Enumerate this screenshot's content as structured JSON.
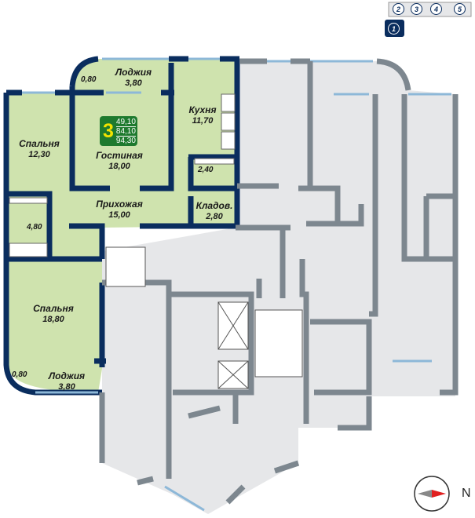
{
  "apartment": {
    "rooms": "3",
    "areas": [
      "49,10",
      "84,10",
      "94,30"
    ]
  },
  "rooms": [
    {
      "name": "Лоджия",
      "area": "3,80"
    },
    {
      "name": "Кухня",
      "area": "11,70"
    },
    {
      "name": "Спальня",
      "area": "12,30"
    },
    {
      "name": "Гостиная",
      "area": "18,00"
    },
    {
      "name": "Прихожая",
      "area": "15,00"
    },
    {
      "name": "Кладов.",
      "area": "2,80"
    },
    {
      "name": "Спальня",
      "area": "18,80"
    },
    {
      "name": "Лоджия",
      "area": "3,80"
    }
  ],
  "small_areas": {
    "bath_top": "2,40",
    "bath_left": "4,80",
    "loggia_top_corner": "0,80",
    "loggia_bottom_corner": "0,80"
  },
  "section_map": {
    "sections": [
      "2",
      "3",
      "4",
      "5"
    ],
    "active": "1"
  },
  "compass": {
    "label": "N"
  },
  "colors": {
    "wall": "#0a2d5e",
    "apartment": "#cfe3ae",
    "common": "#e6e7e9",
    "grey_wall": "#7d878f"
  }
}
